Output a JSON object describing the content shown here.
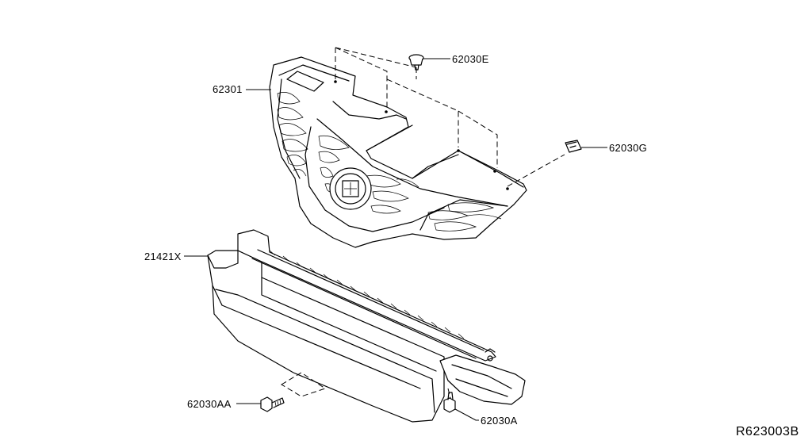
{
  "diagram": {
    "parts": [
      {
        "id": "grille",
        "label": "62301"
      },
      {
        "id": "clip-e",
        "label": "62030E"
      },
      {
        "id": "clip-g",
        "label": "62030G"
      },
      {
        "id": "duct",
        "label": "21421X"
      },
      {
        "id": "bolt-aa",
        "label": "62030AA"
      },
      {
        "id": "bolt-a",
        "label": "62030A"
      }
    ],
    "reference_code": "R623003B"
  }
}
